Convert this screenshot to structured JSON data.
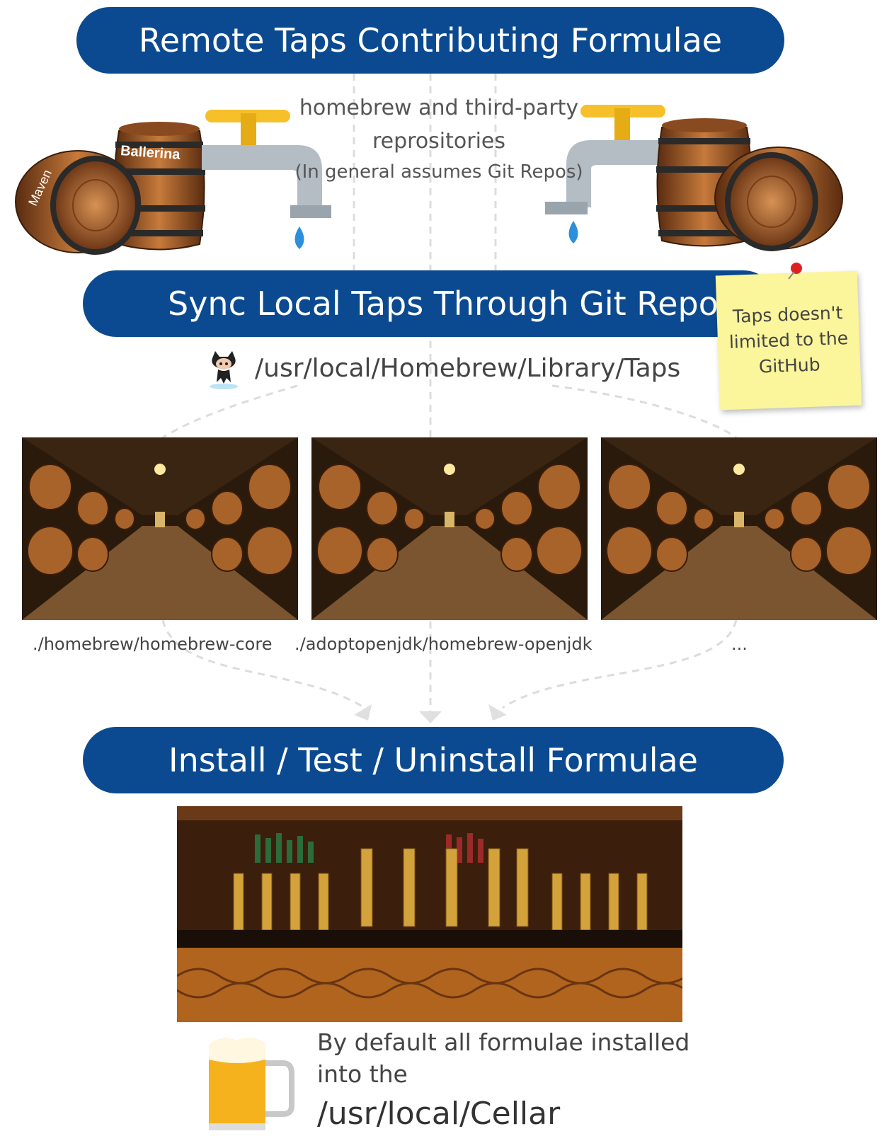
{
  "banners": {
    "remote": "Remote Taps Contributing Formulae",
    "sync": "Sync Local Taps Through Git Repos",
    "install": "Install / Test / Uninstall Formulae"
  },
  "remote_desc": {
    "line1": "homebrew and third-party",
    "line2": "reprositories",
    "line3": "(In general assumes Git Repos)"
  },
  "barrel_labels": {
    "left_small": "Maven",
    "left_big": "Ballerina"
  },
  "taps_path": "/usr/local/Homebrew/Library/Taps",
  "note": {
    "line1": "Taps doesn't",
    "line2": "limited to the",
    "line3": "GitHub"
  },
  "tap_paths": [
    "./homebrew/homebrew-core",
    "./adoptopenjdk/homebrew-openjdk",
    "..."
  ],
  "cellar": {
    "line1": "By default all formulae installed",
    "line2": "into the",
    "path": "/usr/local/Cellar"
  },
  "colors": {
    "banner": "#0b4a91",
    "tap_handle": "#f6c02b",
    "water": "#2c8fdc",
    "note": "#fbf59b"
  }
}
